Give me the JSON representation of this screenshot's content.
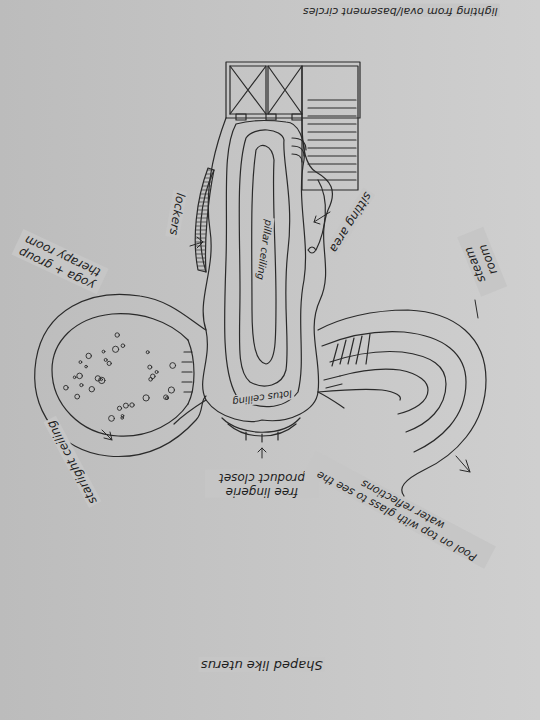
{
  "diagram": {
    "labels": [
      "lighting from oval/basement circles",
      "sitting area",
      "lockers",
      "yoga + group therapy room",
      "pillar ceiling",
      "lotus ceiling",
      "starlight ceiling",
      "free lingerie product closet",
      "steam room",
      "Pool on top with glass to see the water reflections",
      "Shaped like uterus"
    ]
  }
}
